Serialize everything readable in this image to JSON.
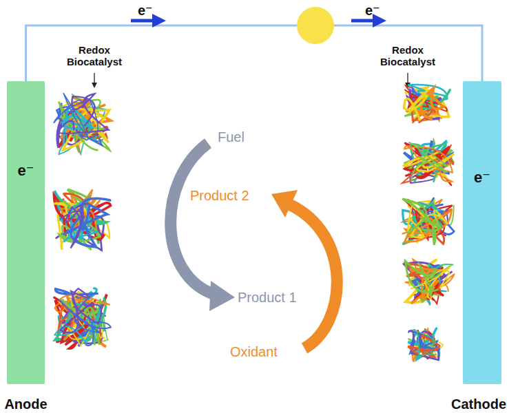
{
  "diagram": {
    "nodes": [
      {
        "text": [
          "e⁻",
          "Anode"
        ]
      },
      {
        "text": [
          "e⁻",
          "Cathode"
        ]
      }
    ],
    "edges": [
      {
        "from": 0,
        "to": 1,
        "arrow": "none"
      }
    ],
    "labels": [
      "e⁻",
      "e⁻",
      "Redox Biocatalyst",
      "Redox Biocatalyst",
      "Fuel",
      "Product 2",
      "Product 1",
      "Oxidant"
    ]
  }
}
